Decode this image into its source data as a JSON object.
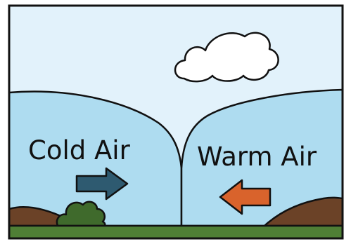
{
  "labels": {
    "cold": "Cold Air",
    "warm": "Warm Air"
  },
  "colors": {
    "sky": "#e2f2fb",
    "air_mass": "#aedcf0",
    "ground": "#4f7f35",
    "hill": "#6b4227",
    "bush": "#3f6a2c",
    "cold_arrow": "#2e5a70",
    "warm_arrow": "#d9632c",
    "cloud": "#ffffff",
    "outline": "#111111"
  },
  "arrows": {
    "cold": {
      "direction": "right",
      "icon": "right-arrow-icon"
    },
    "warm": {
      "direction": "left",
      "icon": "left-arrow-icon"
    }
  }
}
